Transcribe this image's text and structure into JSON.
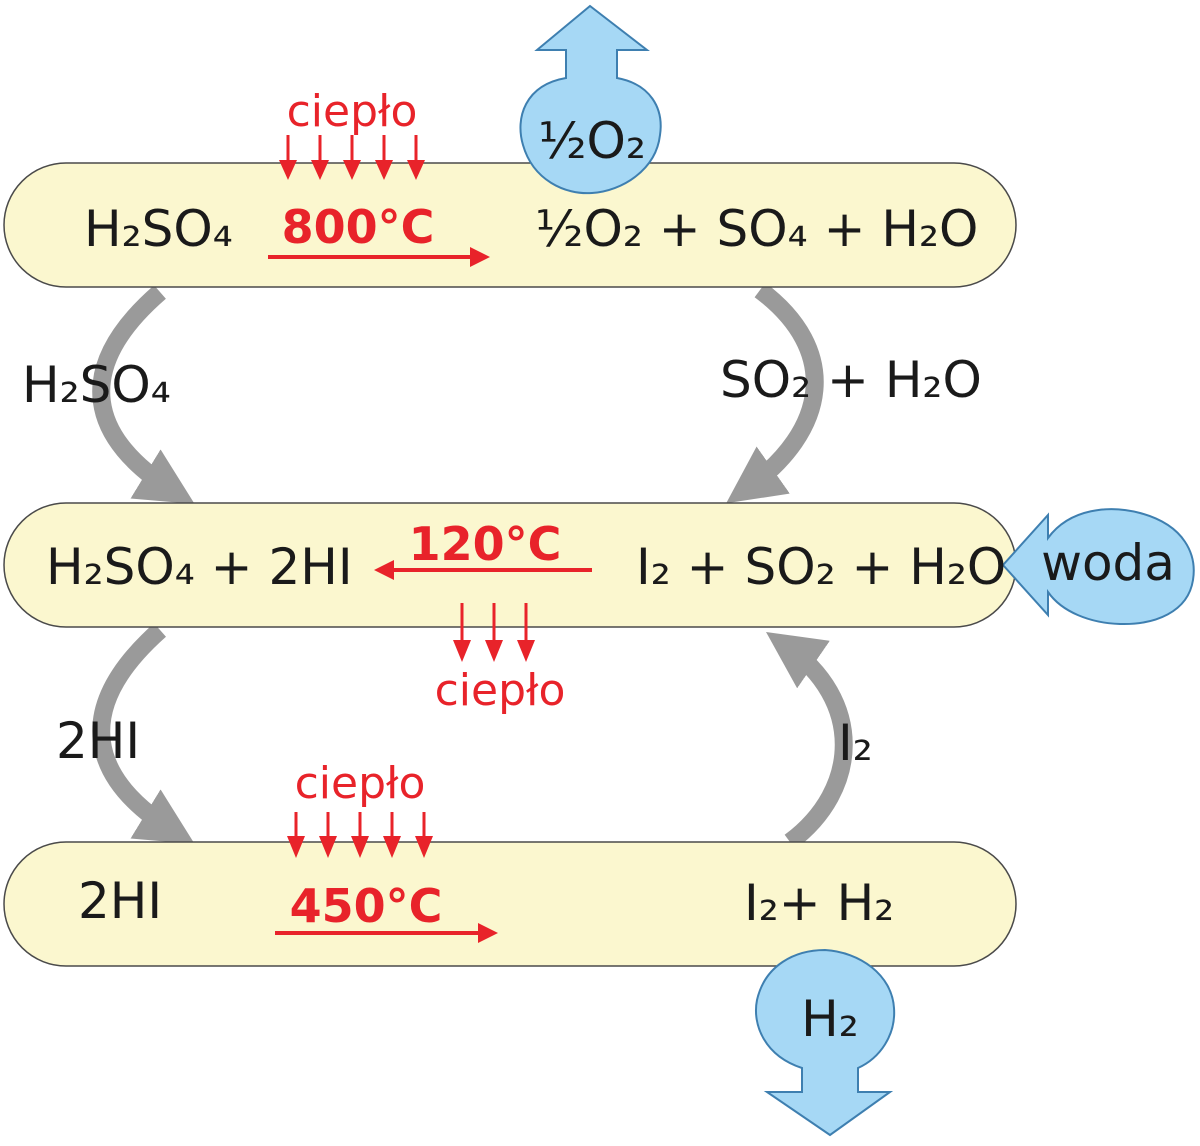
{
  "colors": {
    "box_fill": "#fbf7cf",
    "box_stroke": "#4a4a4a",
    "cycle_arrow": "#9a9a9a",
    "heat_red": "#e8232a",
    "drop_fill": "#a6d8f5",
    "drop_stroke": "#3e7fb0",
    "text": "#1a1a1a"
  },
  "stage1": {
    "reactant": "H₂SO₄",
    "temperature": "800°C",
    "heat_label": "ciepło",
    "products": "½O₂ + SO₄ + H₂O"
  },
  "stage2": {
    "products": "H₂SO₄ + 2HI",
    "temperature": "120°C",
    "heat_label": "ciepło",
    "reactants": "I₂ + SO₂ + H₂O"
  },
  "stage3": {
    "reactant": "2HI",
    "temperature": "450°C",
    "heat_label": "ciepło",
    "products": "I₂+ H₂"
  },
  "transfers": {
    "left_upper": "H₂SO₄",
    "right_upper": "SO₂ + H₂O",
    "left_lower": "2HI",
    "right_lower": "I₂"
  },
  "drops": {
    "oxygen_out": "½O₂",
    "water_in": "woda",
    "hydrogen_out": "H₂"
  },
  "icons": {
    "oxygen_drop": "drop-arrow-up-icon",
    "water_drop": "drop-arrow-left-icon",
    "hydrogen_drop": "drop-arrow-down-icon",
    "heat_arrows": "down-arrows-icon",
    "reaction_arrow": "right-arrow-icon"
  }
}
